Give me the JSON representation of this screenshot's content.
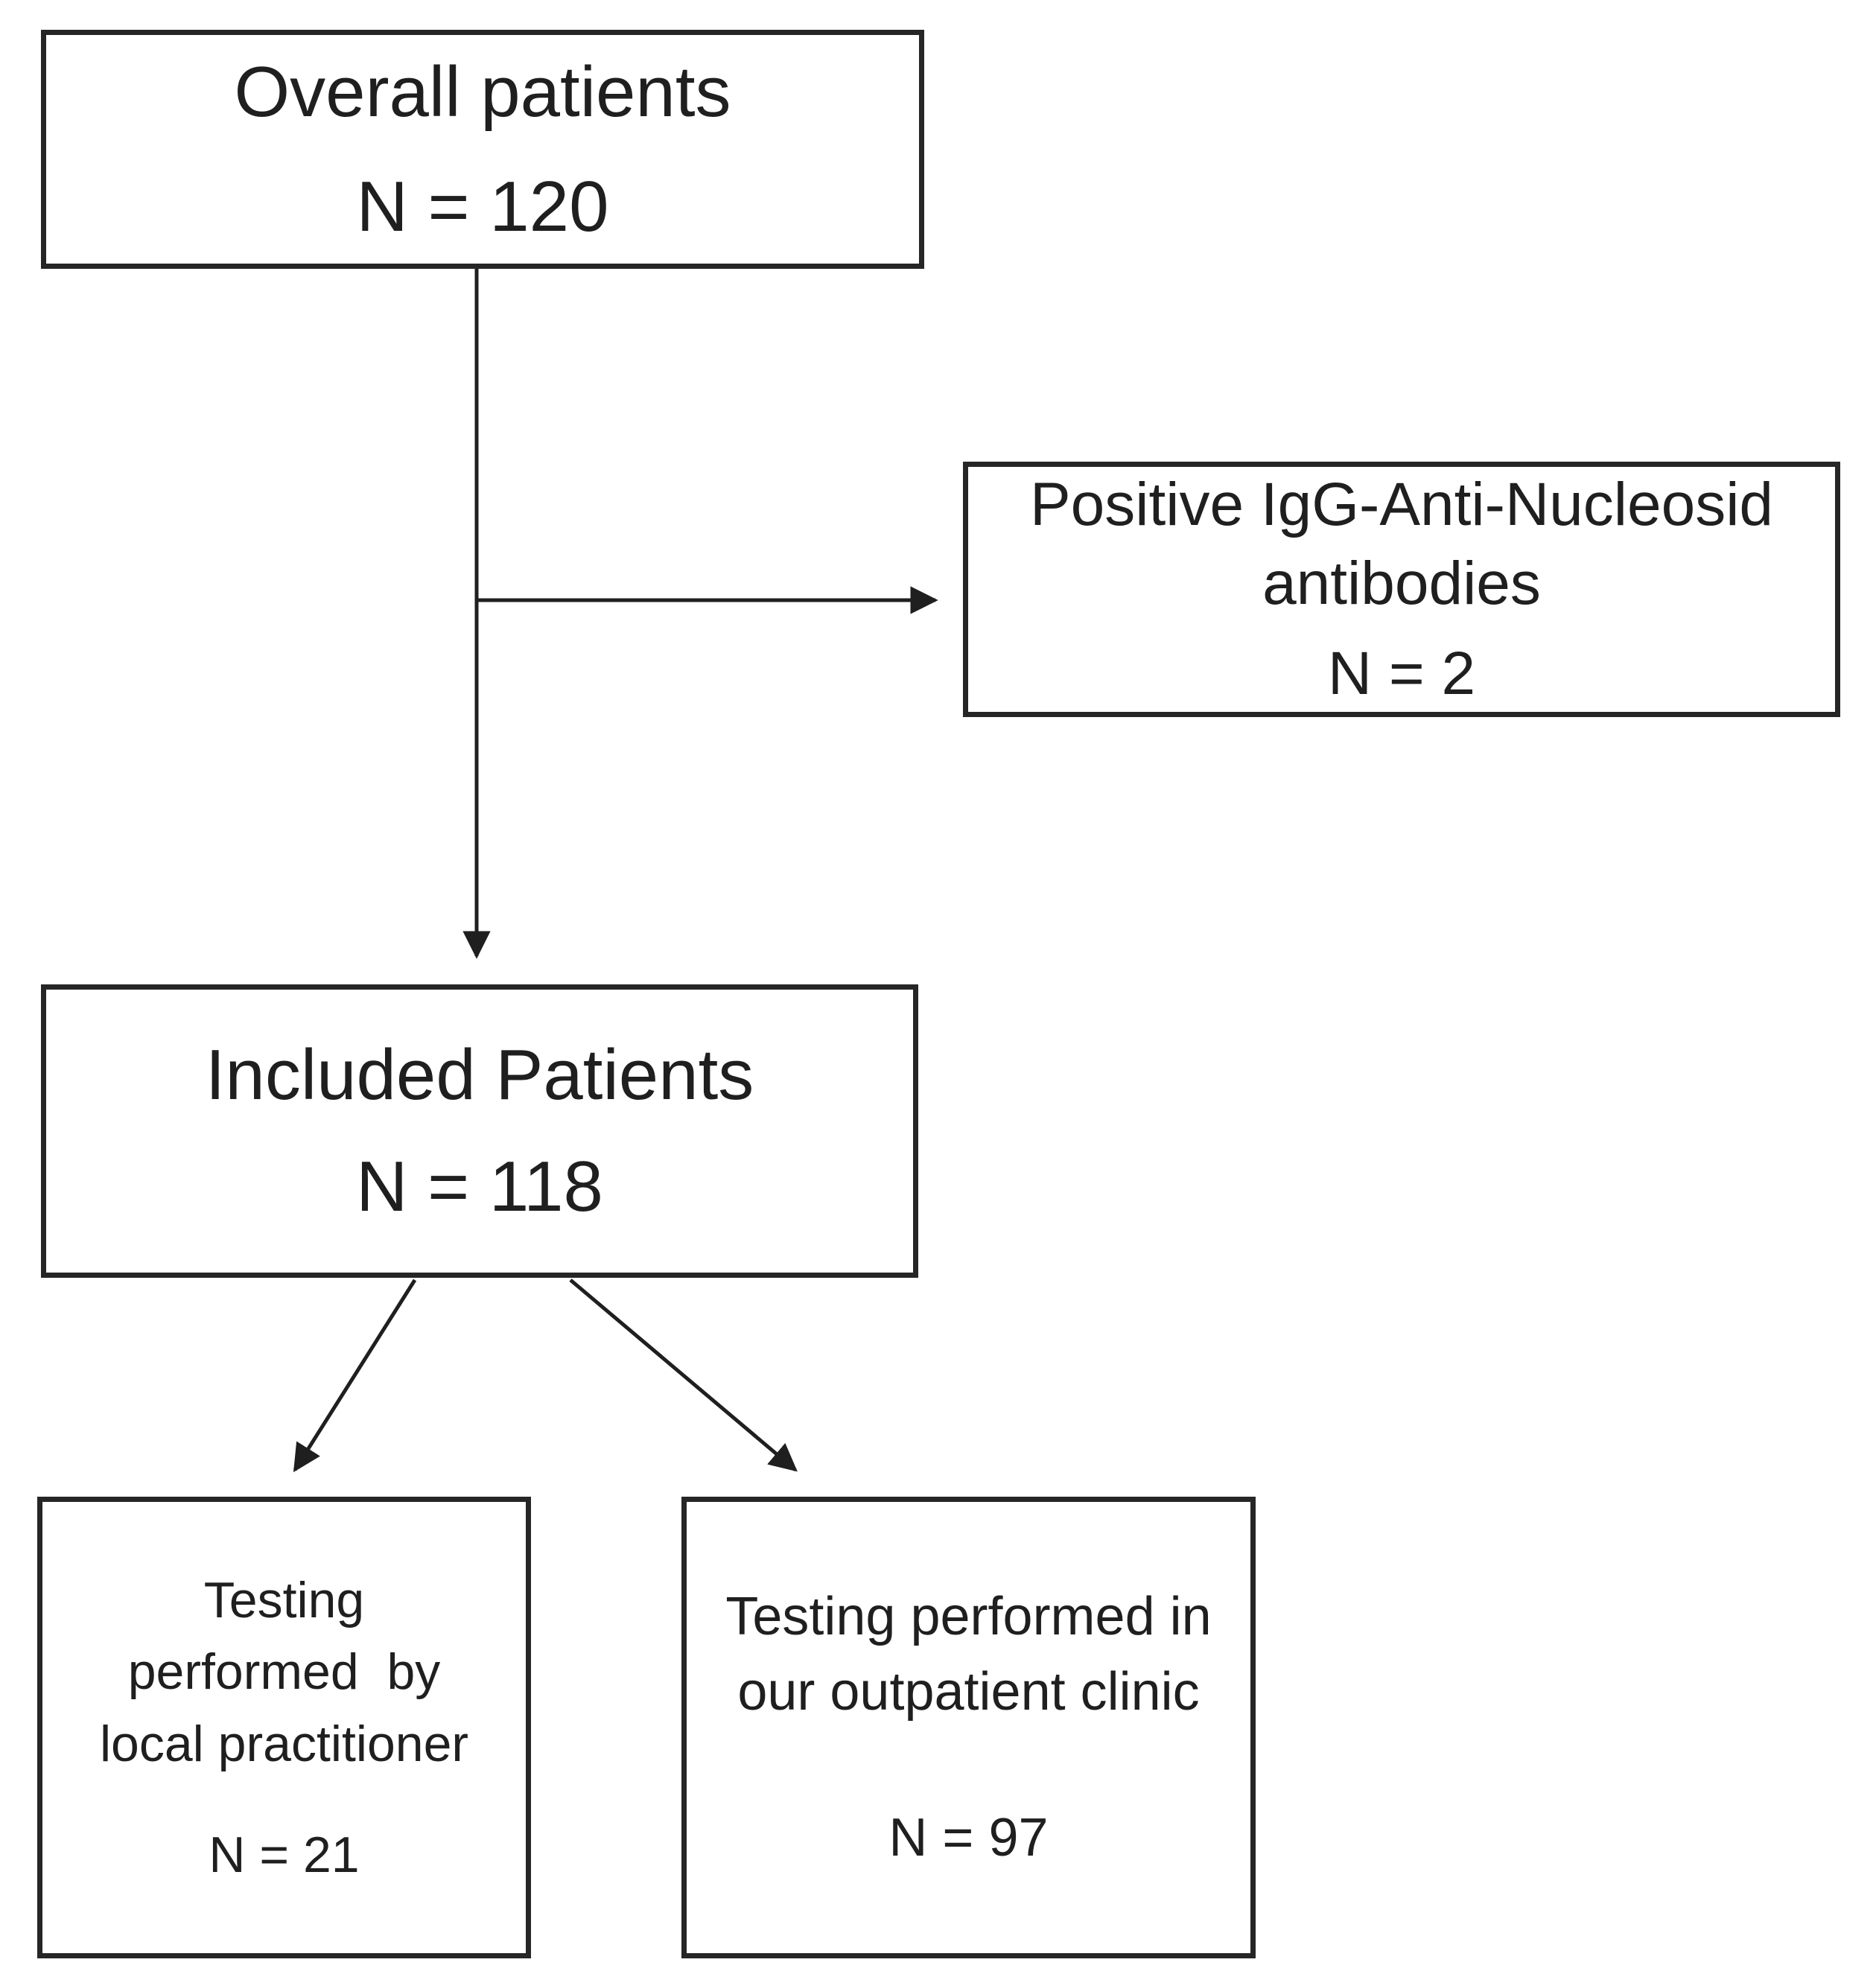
{
  "figure": {
    "type": "patient-flow-diagram",
    "colors": {
      "background": "#ffffff",
      "box_border": "#262626",
      "connector": "#1f1f1f",
      "text": "#1f1f1f"
    }
  },
  "nodes": {
    "overall": {
      "title": "Overall patients",
      "count": "N = 120"
    },
    "excluded": {
      "title": "Positive IgG-Anti-Nucleosid\nantibodies",
      "count": "N = 2"
    },
    "included": {
      "title": "Included Patients",
      "count": "N = 118"
    },
    "local": {
      "title": "Testing\nperformed  by\nlocal practitioner",
      "count": "N = 21"
    },
    "clinic": {
      "title": "Testing performed in\nour outpatient clinic",
      "count": "N = 97"
    }
  },
  "edges": [
    {
      "from": "overall",
      "to": "included",
      "label": ""
    },
    {
      "from": "overall",
      "to": "excluded",
      "label": ""
    },
    {
      "from": "included",
      "to": "local",
      "label": ""
    },
    {
      "from": "included",
      "to": "clinic",
      "label": ""
    }
  ]
}
